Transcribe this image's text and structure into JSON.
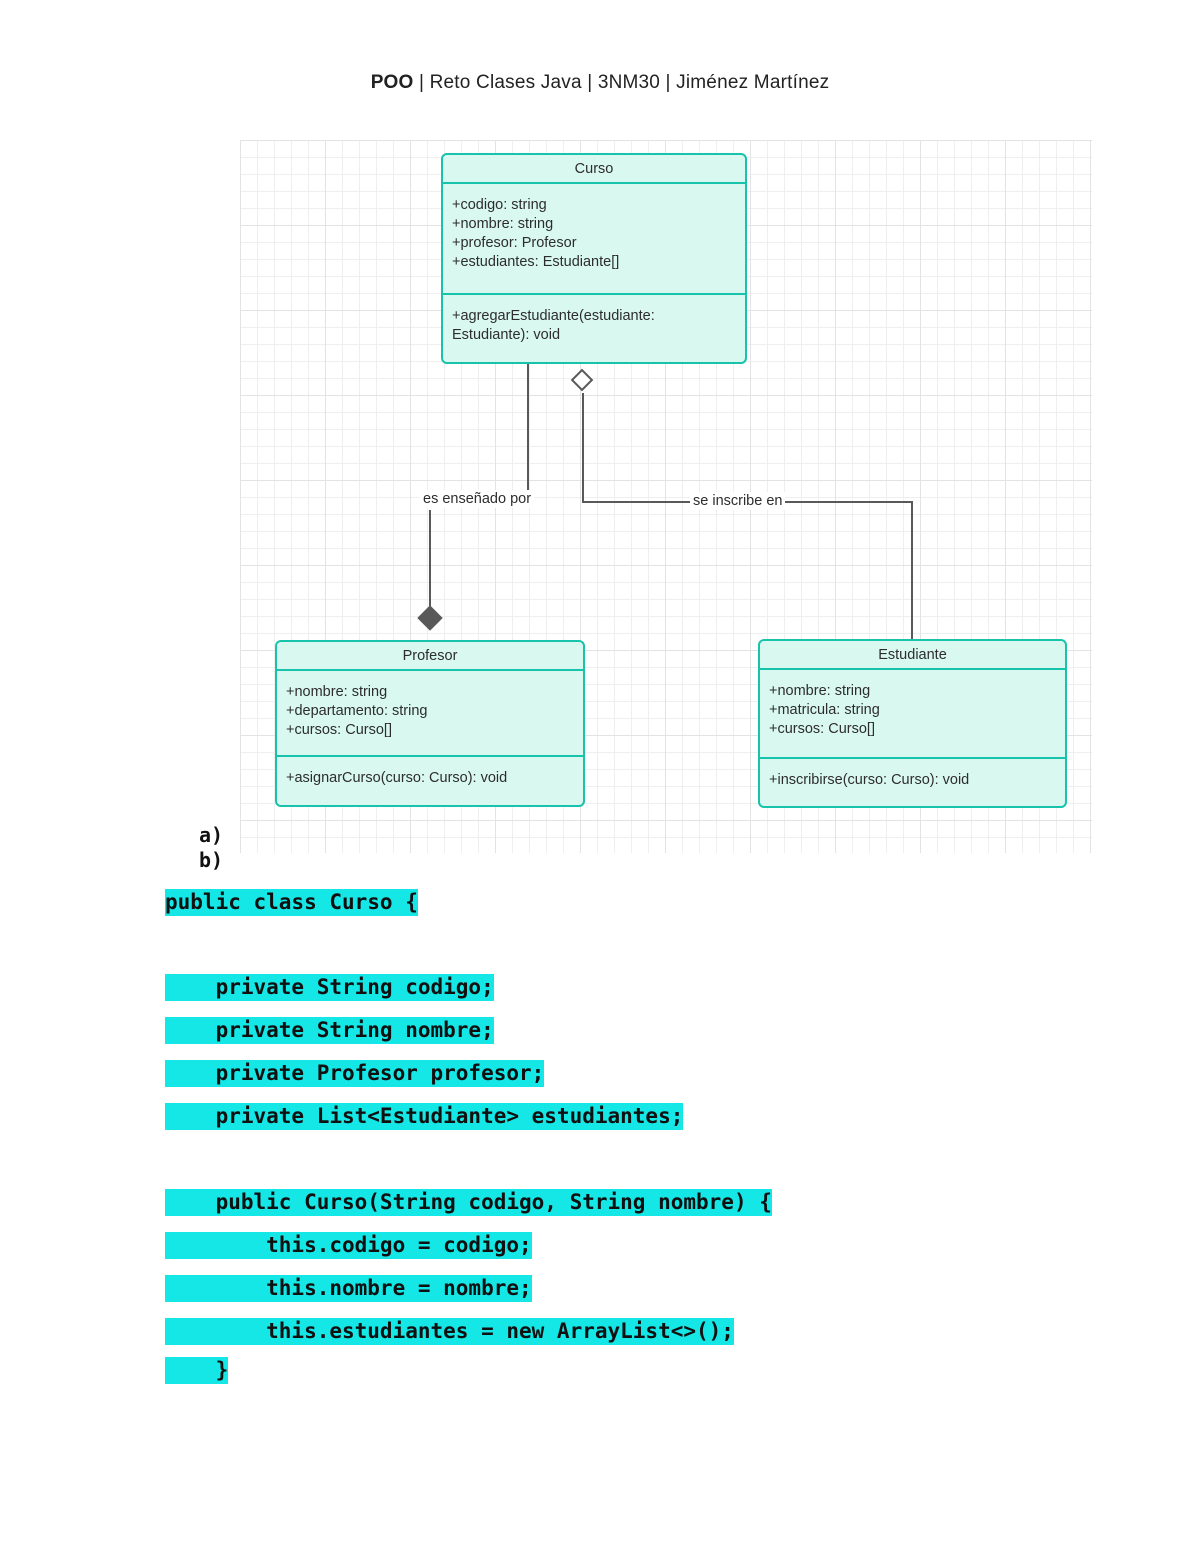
{
  "header": {
    "course_tag": "POO",
    "rest": " | Reto Clases Java | 3NM30 | Jiménez Martínez"
  },
  "diagram": {
    "classes": [
      {
        "name": "Curso",
        "attributes": [
          "+codigo: string",
          "+nombre: string",
          "+profesor: Profesor",
          "+estudiantes: Estudiante[]"
        ],
        "methods": [
          "+agregarEstudiante(estudiante: Estudiante): void"
        ]
      },
      {
        "name": "Profesor",
        "attributes": [
          "+nombre: string",
          "+departamento: string",
          "+cursos: Curso[]"
        ],
        "methods": [
          "+asignarCurso(curso: Curso): void"
        ]
      },
      {
        "name": "Estudiante",
        "attributes": [
          "+nombre: string",
          "+matricula: string",
          "+cursos: Curso[]"
        ],
        "methods": [
          "+inscribirse(curso: Curso): void"
        ]
      }
    ],
    "relations": [
      {
        "label": "es enseñado por",
        "type": "composition"
      },
      {
        "label": "se inscribe en",
        "type": "aggregation"
      }
    ],
    "colors": {
      "box_fill": "#d9f8f0",
      "box_border": "#17c3ab",
      "connector": "#595959"
    }
  },
  "list_markers": {
    "a": "a)",
    "b": "b)"
  },
  "code": {
    "highlight_color": "#15e6e6",
    "lines": [
      "public class Curso {",
      "    private String codigo;",
      "    private String nombre;",
      "    private Profesor profesor;",
      "    private List<Estudiante> estudiantes;",
      "    public Curso(String codigo, String nombre) {",
      "        this.codigo = codigo;",
      "        this.nombre = nombre;",
      "        this.estudiantes = new ArrayList<>();",
      "    }"
    ]
  }
}
